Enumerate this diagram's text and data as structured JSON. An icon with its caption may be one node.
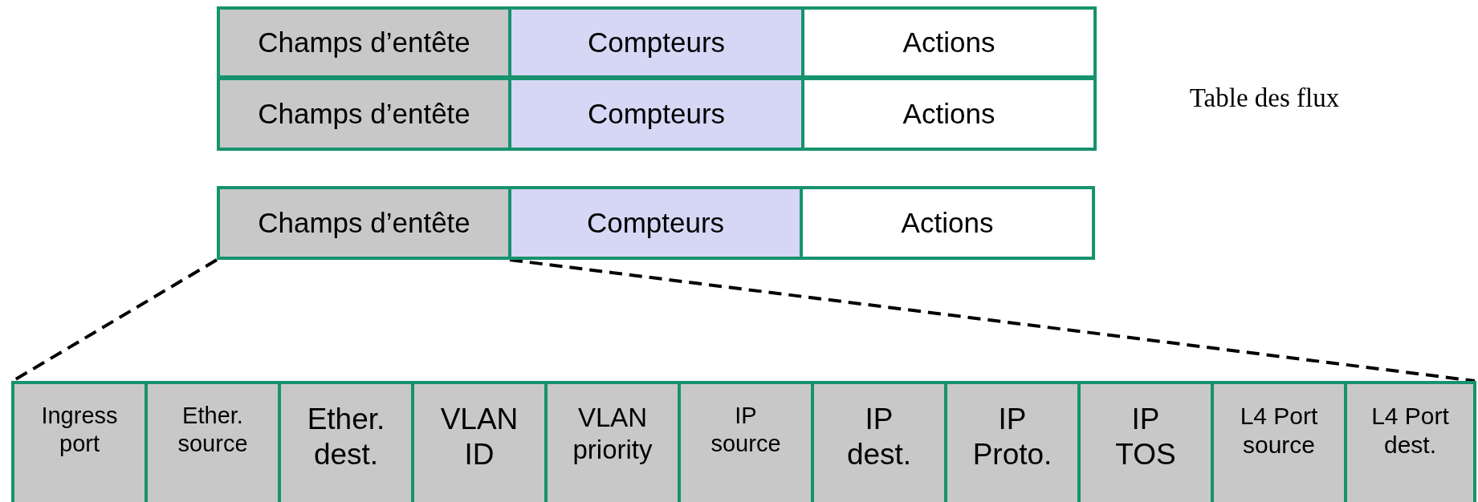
{
  "diagram": {
    "nodes": [
      {
        "text": [
          "Champs d’entête"
        ]
      },
      {
        "text": [
          "Compteurs"
        ]
      },
      {
        "text": [
          "Actions"
        ]
      },
      {
        "text": [
          "Champs d’entête"
        ]
      },
      {
        "text": [
          "Compteurs"
        ]
      },
      {
        "text": [
          "Actions"
        ]
      },
      {
        "text": [
          "Champs d’entête"
        ]
      },
      {
        "text": [
          "Compteurs"
        ]
      },
      {
        "text": [
          "Actions"
        ]
      },
      {
        "text": [],
        "shape": "box"
      },
      {
        "text": [
          "Ingress port"
        ],
        "in": 9
      },
      {
        "text": [
          "Ether. source"
        ],
        "in": 9
      },
      {
        "text": [
          "Ether. dest."
        ],
        "in": 9
      },
      {
        "text": [
          "VLAN ID"
        ],
        "in": 9
      },
      {
        "text": [
          "VLAN priority"
        ],
        "in": 9
      },
      {
        "text": [
          "IP source"
        ],
        "in": 9
      },
      {
        "text": [
          "IP dest."
        ],
        "in": 9
      },
      {
        "text": [
          "IP Proto."
        ],
        "in": 9
      },
      {
        "text": [
          "IP TOS"
        ],
        "in": 9
      },
      {
        "text": [
          "L4 Port source"
        ],
        "in": 9
      },
      {
        "text": [
          "L4 Port dest."
        ],
        "in": 9
      }
    ],
    "edges": [
      {
        "from": 6,
        "to": 9,
        "arrow": "none",
        "style": "dashed"
      },
      {
        "from": 6,
        "to": 9,
        "arrow": "none",
        "style": "dashed"
      }
    ],
    "labels": [
      "Table des flux"
    ]
  }
}
